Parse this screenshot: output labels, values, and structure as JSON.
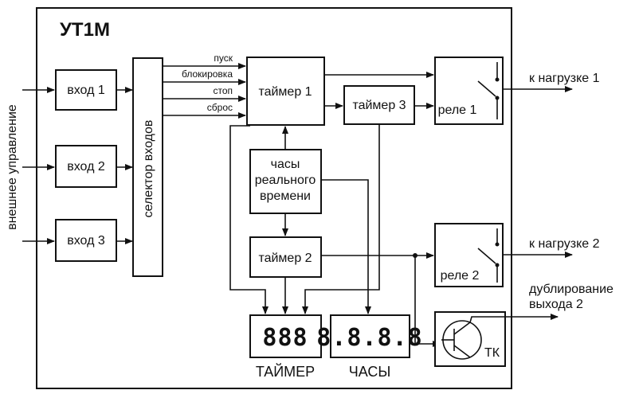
{
  "device_title": "УТ1М",
  "side_label": "внешнее управление",
  "inputs": [
    "вход 1",
    "вход 2",
    "вход 3"
  ],
  "selector_label": "селектор входов",
  "signals": [
    "пуск",
    "блокировка",
    "стоп",
    "сброс"
  ],
  "timer1_label": "таймер 1",
  "timer2_label": "таймер 2",
  "timer3_label": "таймер 3",
  "clock_label": [
    "часы",
    "реального",
    "времени"
  ],
  "relay1_label": "реле 1",
  "relay2_label": "реле 2",
  "tk_label": "ТК",
  "outputs": {
    "load1": "к нагрузке 1",
    "load2": "к нагрузке 2",
    "dup_line1": "дублирование",
    "dup_line2": "выхода 2"
  },
  "display_timer": {
    "digits": "888",
    "caption": "ТАЙМЕР"
  },
  "display_clock": {
    "digits": "8.8.8.8",
    "caption": "ЧАСЫ"
  }
}
